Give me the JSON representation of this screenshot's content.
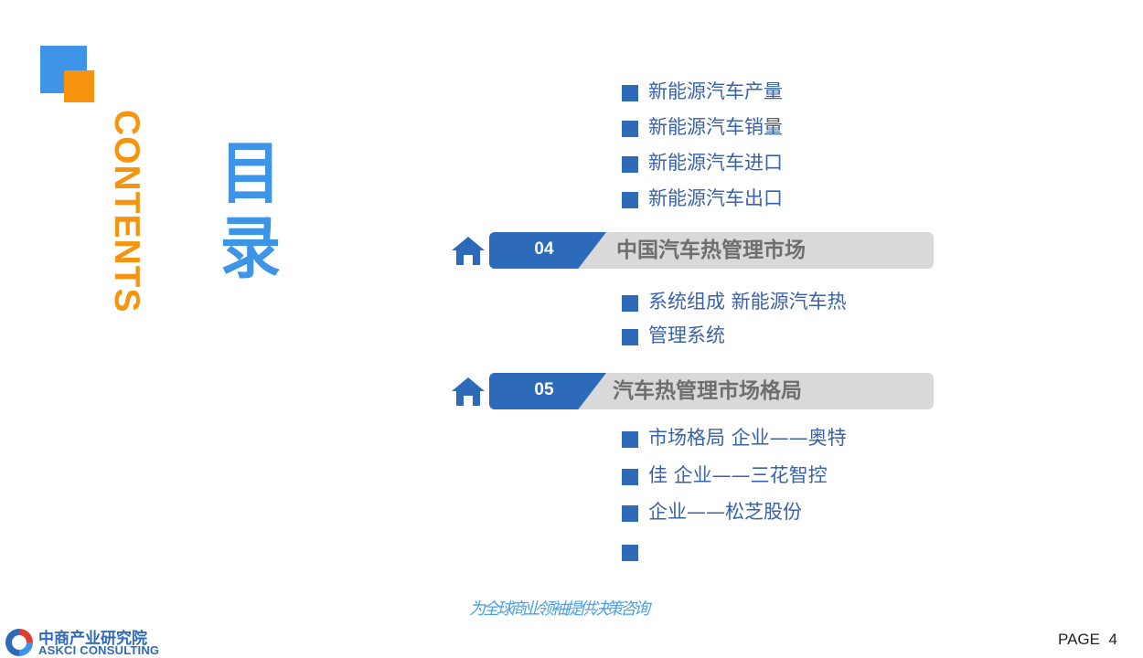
{
  "title": {
    "contents": "CONTENTS",
    "mulu": "目录"
  },
  "top_items": [
    "新能源汽车产量",
    "新能源汽车销量",
    "新能源汽车进口",
    "新能源汽车出口"
  ],
  "sections": [
    {
      "number": "04",
      "title": "中国汽车热管理市场",
      "items": [
        "系统组成 新能源汽车热",
        "管理系统"
      ]
    },
    {
      "number": "05",
      "title": "汽车热管理市场格局",
      "items": [
        "市场格局 企业——奥特",
        "佳 企业——三花智控",
        "企业——松芝股份",
        ""
      ]
    }
  ],
  "slogan": "为全球商业领袖提供决策咨询",
  "logo": {
    "cn": "中商产业研究院",
    "en": "ASKCI CONSULTING"
  },
  "page": {
    "label": "PAGE",
    "number": "4"
  },
  "colors": {
    "primary_blue": "#2d6bba",
    "light_blue": "#3e95e8",
    "orange": "#f7940f",
    "section_bar_gray": "#d9d9d9"
  },
  "icons": {
    "section_icon": "home-icon",
    "bullet": "square-bullet-icon"
  }
}
